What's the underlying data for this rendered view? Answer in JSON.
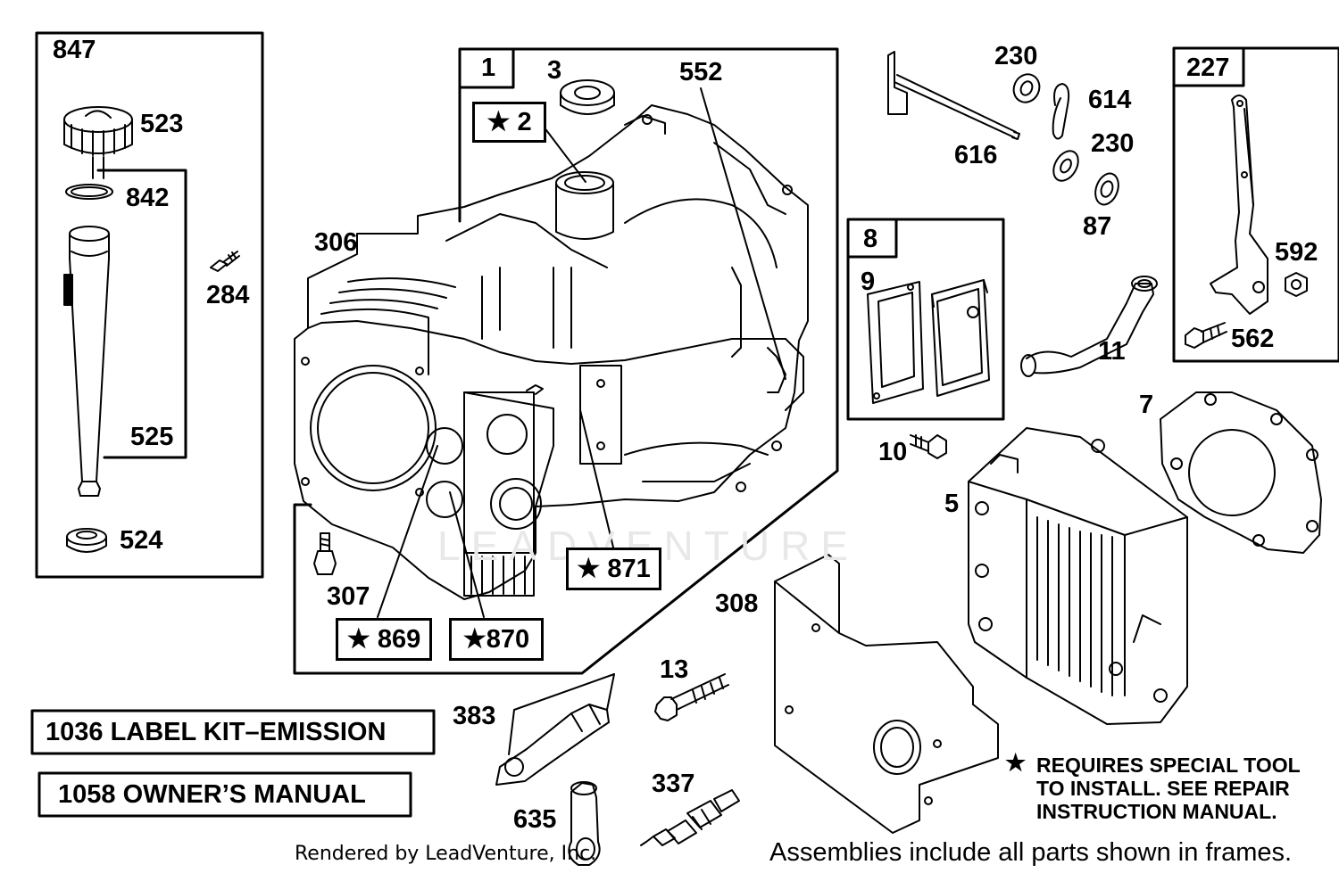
{
  "frames": {
    "f847": "847",
    "f1": "1",
    "f8": "8",
    "f227": "227",
    "f525": "525"
  },
  "starred": {
    "s2": "★ 2",
    "s871": "★ 871",
    "s869": "★ 869",
    "s870": "★870"
  },
  "parts": {
    "p523": "523",
    "p842": "842",
    "p284": "284",
    "p524": "524",
    "p3": "3",
    "p552": "552",
    "p306": "306",
    "p307": "307",
    "p230a": "230",
    "p614": "614",
    "p616": "616",
    "p230b": "230",
    "p87": "87",
    "p592": "592",
    "p562": "562",
    "p9": "9",
    "p11": "11",
    "p10": "10",
    "p7": "7",
    "p5": "5",
    "p308": "308",
    "p13": "13",
    "p383": "383",
    "p337": "337",
    "p635": "635"
  },
  "kits": {
    "label_kit": "1036 LABEL KIT–EMISSION",
    "owners_manual": "1058 OWNER’S MANUAL"
  },
  "notes": {
    "star": "★",
    "line1": "REQUIRES SPECIAL TOOL",
    "line2": "TO INSTALL.  SEE REPAIR",
    "line3": "INSTRUCTION MANUAL."
  },
  "footer": {
    "rendered_by": "Rendered by LeadVenture, Inc.",
    "assemblies": "Assemblies include all parts shown in frames."
  },
  "watermark": "LEADVENTURE"
}
